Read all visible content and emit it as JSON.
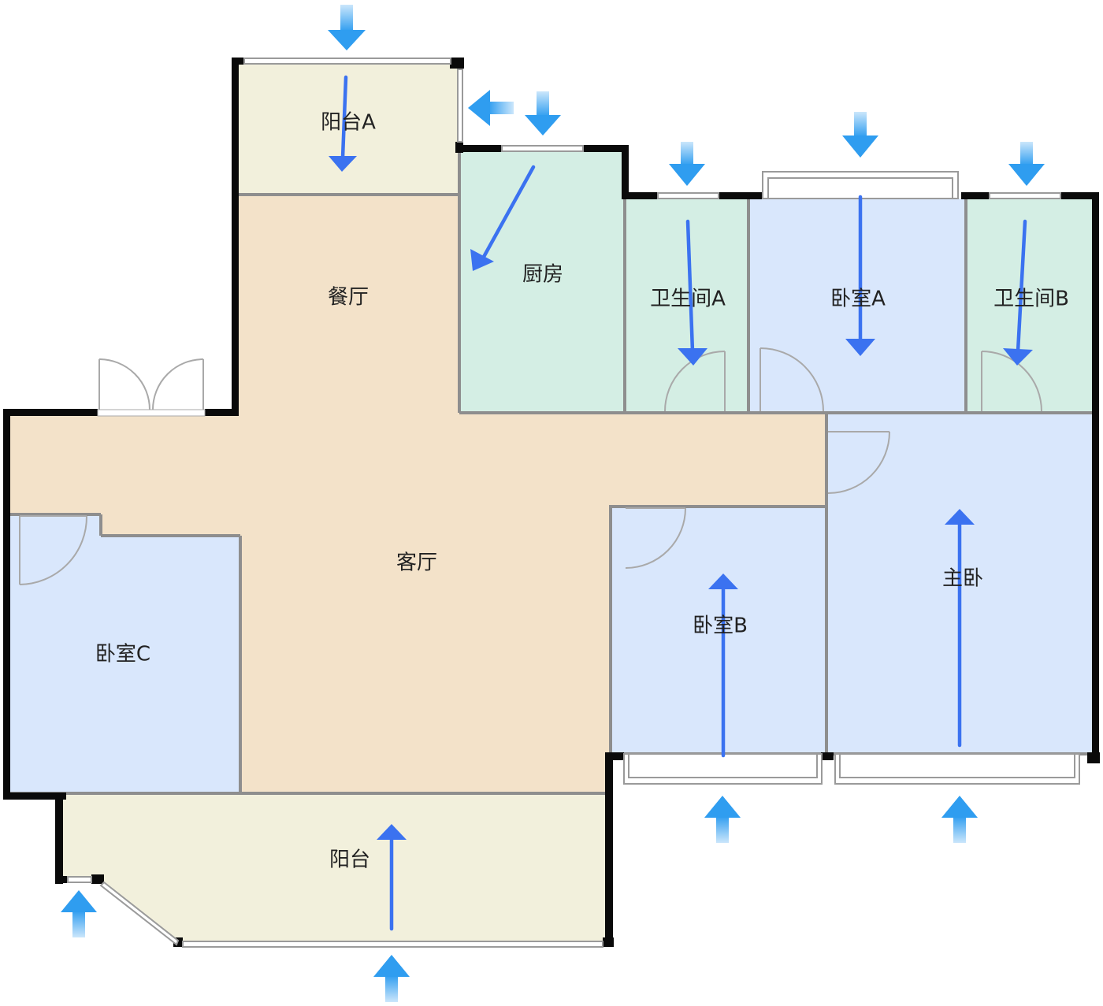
{
  "floorplan": {
    "rooms": [
      {
        "id": "balcony-a",
        "label": "阳台A",
        "color": "#f2f0dc"
      },
      {
        "id": "dining",
        "label": "餐厅",
        "color": "#f3e2c9"
      },
      {
        "id": "kitchen",
        "label": "厨房",
        "color": "#d4eee4"
      },
      {
        "id": "bathroom-a",
        "label": "卫生间A",
        "color": "#d4eee4"
      },
      {
        "id": "bedroom-a",
        "label": "卧室A",
        "color": "#d9e7fc"
      },
      {
        "id": "bathroom-b",
        "label": "卫生间B",
        "color": "#d4eee4"
      },
      {
        "id": "living",
        "label": "客厅",
        "color": "#f3e2c9"
      },
      {
        "id": "bedroom-c",
        "label": "卧室C",
        "color": "#d9e7fc"
      },
      {
        "id": "bedroom-b",
        "label": "卧室B",
        "color": "#d9e7fc"
      },
      {
        "id": "master",
        "label": "主卧",
        "color": "#d9e7fc"
      },
      {
        "id": "balcony",
        "label": "阳台",
        "color": "#f2f0dc"
      }
    ],
    "arrow_color": "#3b72f0",
    "inflow_arrow_color": "#2f9df0",
    "wall_color": "#0a0a0a"
  }
}
